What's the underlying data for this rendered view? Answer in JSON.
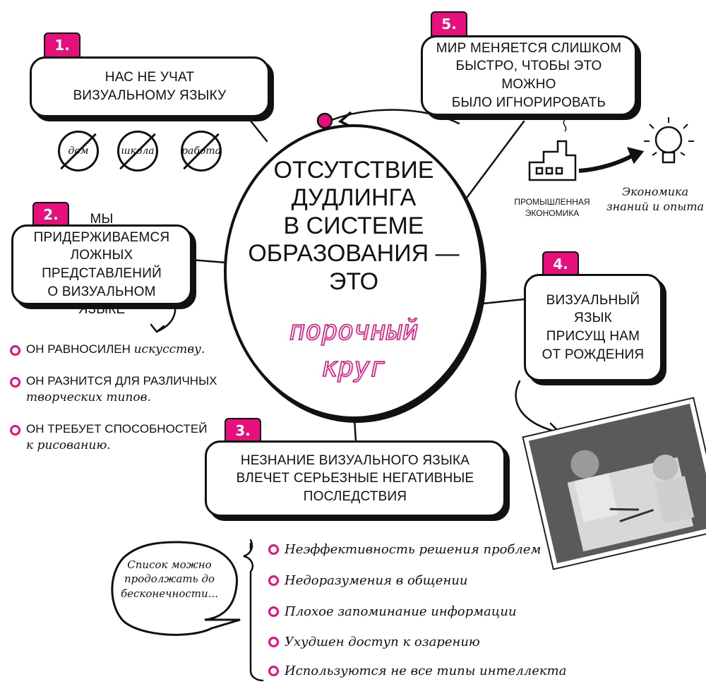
{
  "center": {
    "lines": "ОТСУТСТВИЕ\nДУДЛИНГА\nВ СИСТЕМЕ\nОБРАЗОВАНИЯ —\nЭТО",
    "highlight1": "порочный",
    "highlight2": "круг"
  },
  "items": [
    {
      "num": "1.",
      "text": "НАС НЕ УЧАТ\nВИЗУАЛЬНОМУ ЯЗЫКУ"
    },
    {
      "num": "2.",
      "text": "МЫ ПРИДЕРЖИВАЕМСЯ\nЛОЖНЫХ ПРЕДСТАВЛЕНИЙ\nО ВИЗУАЛЬНОМ ЯЗЫКЕ"
    },
    {
      "num": "3.",
      "text": "НЕЗНАНИЕ ВИЗУАЛЬНОГО ЯЗЫКА\nВЛЕЧЕТ СЕРЬЕЗНЫЕ НЕГАТИВНЫЕ\nПОСЛЕДСТВИЯ"
    },
    {
      "num": "4.",
      "text": "ВИЗУАЛЬНЫЙ\nЯЗЫК\nПРИСУЩ НАМ\nОТ РОЖДЕНИЯ"
    },
    {
      "num": "5.",
      "text": "МИР МЕНЯЕТСЯ СЛИШКОМ\nБЫСТРО, ЧТОБЫ ЭТО МОЖНО\nБЫЛО ИГНОРИРОВАТЬ"
    }
  ],
  "signs": [
    "дом",
    "школа",
    "работа"
  ],
  "misconceptions": [
    {
      "caps": "ОН РАВНОСИЛЕН",
      "hand": "искусству."
    },
    {
      "caps": "ОН РАЗНИТСЯ ДЛЯ РАЗЛИЧНЫХ",
      "hand": "творческих типов."
    },
    {
      "caps": "ОН ТРЕБУЕТ СПОСОБНОСТЕЙ",
      "hand": "к рисованию."
    }
  ],
  "economy": {
    "industrial": "ПРОМЫШЛЕННАЯ\nЭКОНОМИКА",
    "knowledge": "Экономика\nзнаний и опыта"
  },
  "speech_bubble": "Список можно\nпродолжать до\nбесконечности...",
  "consequences": [
    "Неэффективность решения проблем",
    "Недоразумения в общении",
    "Плохое запоминание информации",
    "Ухудшен доступ к озарению",
    "Используются не все типы интеллекта"
  ],
  "colors": {
    "accent": "#e6107d",
    "ink": "#111111"
  }
}
